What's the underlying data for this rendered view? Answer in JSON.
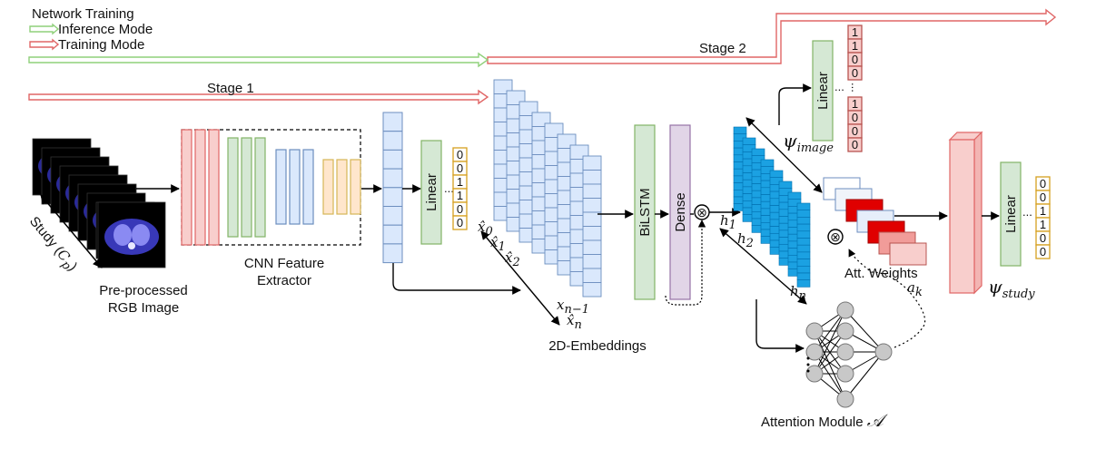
{
  "legend": {
    "title": "Network Training",
    "inference": "Inference Mode",
    "training": "Training Mode"
  },
  "stages": {
    "stage1": "Stage 1",
    "stage2": "Stage 2"
  },
  "labels": {
    "study": "Study",
    "cp": "C",
    "cp_sub": "p",
    "preprocessed_1": "Pre-processed",
    "preprocessed_2": "RGB Image",
    "cnn_1": "CNN Feature",
    "cnn_2": "Extractor",
    "linear": "Linear",
    "embeddings": "2D-Embeddings",
    "bilstm": "BiLSTM",
    "dense": "Dense",
    "att_weights": "Att. Weights",
    "a_k": "a",
    "a_k_sub": "k",
    "attention_module": "Attention Module",
    "attention_symbol": "𝒜",
    "psi_image": "ψ",
    "psi_image_sub": "image",
    "psi_study": "ψ",
    "psi_study_sub": "study",
    "ellipsis": "...",
    "otimes": "⊗"
  },
  "embedding_labels": {
    "x0": "x̂",
    "x0_sub": "0",
    "x1": "x̂",
    "x1_sub": "1",
    "x2": "x̂",
    "x2_sub": "2",
    "xn1": "x",
    "xn1_sub": "n−1",
    "xn": "x̂",
    "xn_sub": "n"
  },
  "hidden_labels": {
    "h1": "h",
    "h1_sub": "1",
    "h2": "h",
    "h2_sub": "2",
    "hn": "h",
    "hn_sub": "n"
  },
  "vectors": {
    "stage1_output": [
      "0",
      "0",
      "1",
      "1",
      "0",
      "0"
    ],
    "image_top": [
      "1",
      "1",
      "0",
      "0"
    ],
    "image_bottom": [
      "1",
      "0",
      "0",
      "0"
    ],
    "study_output": [
      "0",
      "0",
      "1",
      "1",
      "0",
      "0"
    ]
  },
  "colors": {
    "inference": "#8fd07a",
    "training": "#e06666",
    "red_fill": "#f8cecc",
    "green_fill": "#d5e8d4",
    "blue_fill": "#dae8fc",
    "yellow_fill": "#ffe6cc",
    "purple_fill": "#e1d5e7",
    "bright_blue": "#1ba1e2"
  }
}
